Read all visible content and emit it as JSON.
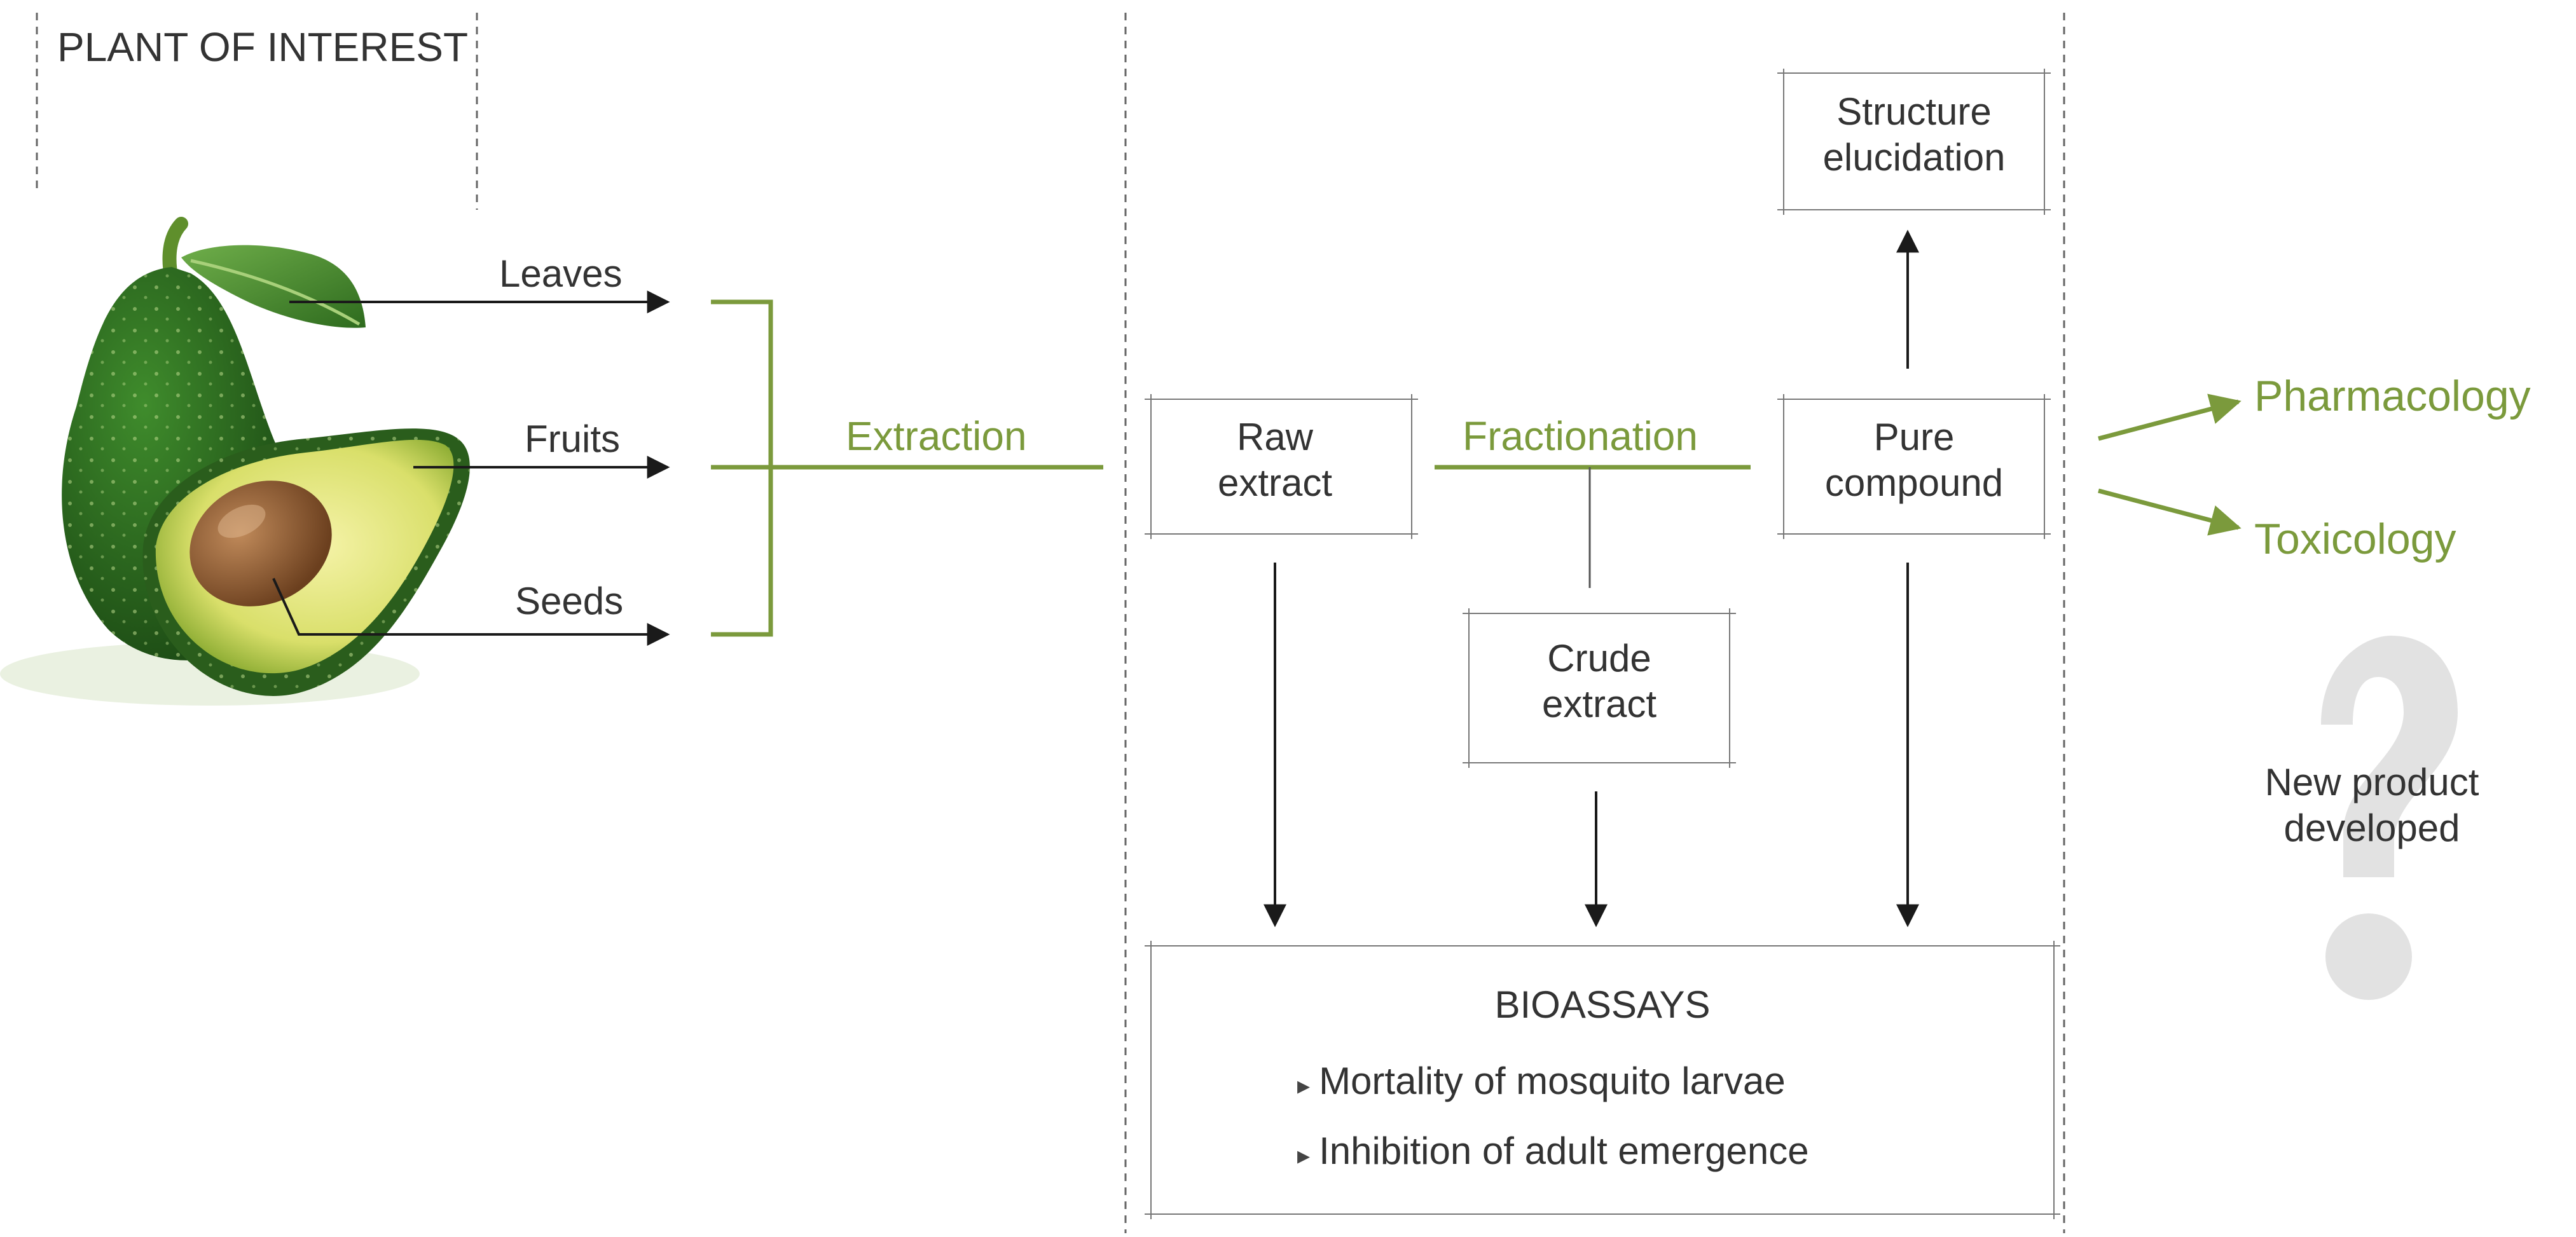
{
  "header": {
    "plant_of_interest": "PLANT OF INTEREST"
  },
  "plant_parts": {
    "leaves": "Leaves",
    "fruits": "Fruits",
    "seeds": "Seeds"
  },
  "steps": {
    "extraction": "Extraction",
    "fractionation": "Fractionation",
    "raw_extract": [
      "Raw",
      "extract"
    ],
    "crude_extract": [
      "Crude",
      "extract"
    ],
    "pure_compound": [
      "Pure",
      "compound"
    ],
    "structure_elucidation": [
      "Structure",
      "elucidation"
    ]
  },
  "bioassays": {
    "title": "BIOASSAYS",
    "items": [
      "Mortality of mosquito larvae",
      "Inhibition of adult emergence"
    ],
    "bullet": "▸"
  },
  "outcomes": {
    "pharmacology": "Pharmacology",
    "toxicology": "Toxicology"
  },
  "new_product": [
    "New product",
    "developed"
  ],
  "colors": {
    "accent_green": "#7b9a3c",
    "text": "#333333",
    "line": "#555555",
    "avocado_dark": "#2f6b22",
    "question_mark": "#e2e2e2"
  }
}
